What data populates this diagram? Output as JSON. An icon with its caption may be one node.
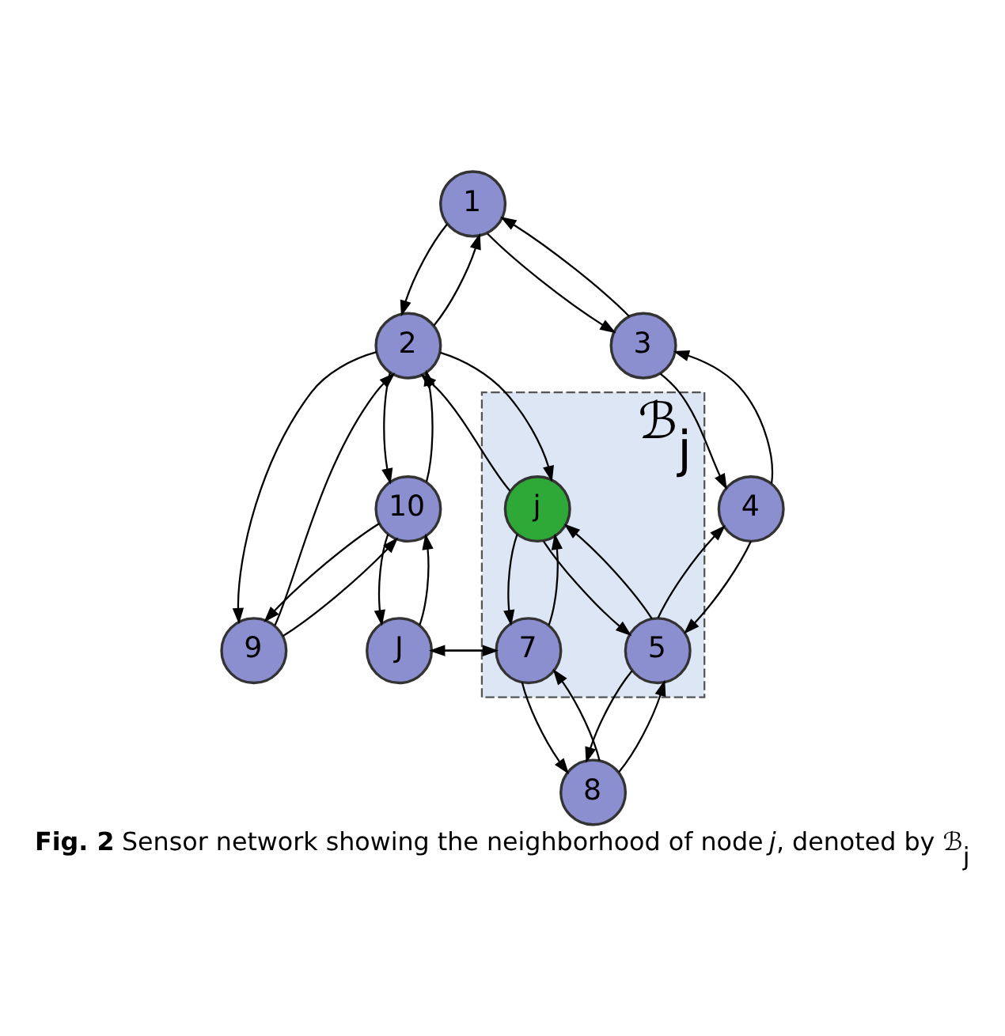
{
  "diagram": {
    "caption": "**Fig. 2** Sensor network showing the neighborhood of node *j*, denoted by ℬ$_{j}$",
    "nodes": [
      {
        "text": [
          "1"
        ]
      },
      {
        "text": [
          "9"
        ]
      },
      {
        "text": [
          "2"
        ]
      },
      {
        "text": [
          "ℬ$_{j}$"
        ]
      },
      {
        "text": [
          "3"
        ]
      },
      {
        "text": [
          "10"
        ]
      },
      {
        "text": [
          "j"
        ],
        "in": 3
      },
      {
        "text": [
          "4"
        ]
      },
      {
        "text": [
          "5"
        ],
        "in": 3
      },
      {
        "text": [
          "7"
        ],
        "in": 3
      },
      {
        "text": [
          "J"
        ]
      },
      {
        "text": [
          "8"
        ]
      }
    ],
    "edges": [
      {
        "from": 0,
        "to": 2,
        "arrow": "to"
      },
      {
        "from": 2,
        "to": 0,
        "arrow": "to"
      },
      {
        "from": 0,
        "to": 4,
        "arrow": "to"
      },
      {
        "from": 4,
        "to": 0,
        "arrow": "to"
      },
      {
        "from": 4,
        "to": 7,
        "arrow": "to"
      },
      {
        "from": 7,
        "to": 4,
        "arrow": "to"
      },
      {
        "from": 7,
        "to": 8,
        "arrow": "to"
      },
      {
        "from": 8,
        "to": 7,
        "arrow": "to"
      },
      {
        "from": 2,
        "to": 1,
        "arrow": "to"
      },
      {
        "from": 1,
        "to": 2,
        "arrow": "to"
      },
      {
        "from": 2,
        "to": 5,
        "arrow": "to"
      },
      {
        "from": 5,
        "to": 2,
        "arrow": "to"
      },
      {
        "from": 2,
        "to": 6,
        "arrow": "to"
      },
      {
        "from": 6,
        "to": 2,
        "arrow": "to"
      },
      {
        "from": 1,
        "to": 5,
        "arrow": "to"
      },
      {
        "from": 5,
        "to": 1,
        "arrow": "to"
      },
      {
        "from": 5,
        "to": 10,
        "arrow": "to"
      },
      {
        "from": 10,
        "to": 5,
        "arrow": "to"
      },
      {
        "from": 10,
        "to": 9,
        "arrow": "to"
      },
      {
        "from": 9,
        "to": 10,
        "arrow": "to"
      },
      {
        "from": 6,
        "to": 8,
        "arrow": "to"
      },
      {
        "from": 8,
        "to": 6,
        "arrow": "to"
      },
      {
        "from": 6,
        "to": 9,
        "arrow": "to"
      },
      {
        "from": 9,
        "to": 6,
        "arrow": "to"
      },
      {
        "from": 8,
        "to": 11,
        "arrow": "to"
      },
      {
        "from": 11,
        "to": 8,
        "arrow": "to"
      },
      {
        "from": 9,
        "to": 11,
        "arrow": "to"
      },
      {
        "from": 11,
        "to": 9,
        "arrow": "to"
      }
    ]
  }
}
